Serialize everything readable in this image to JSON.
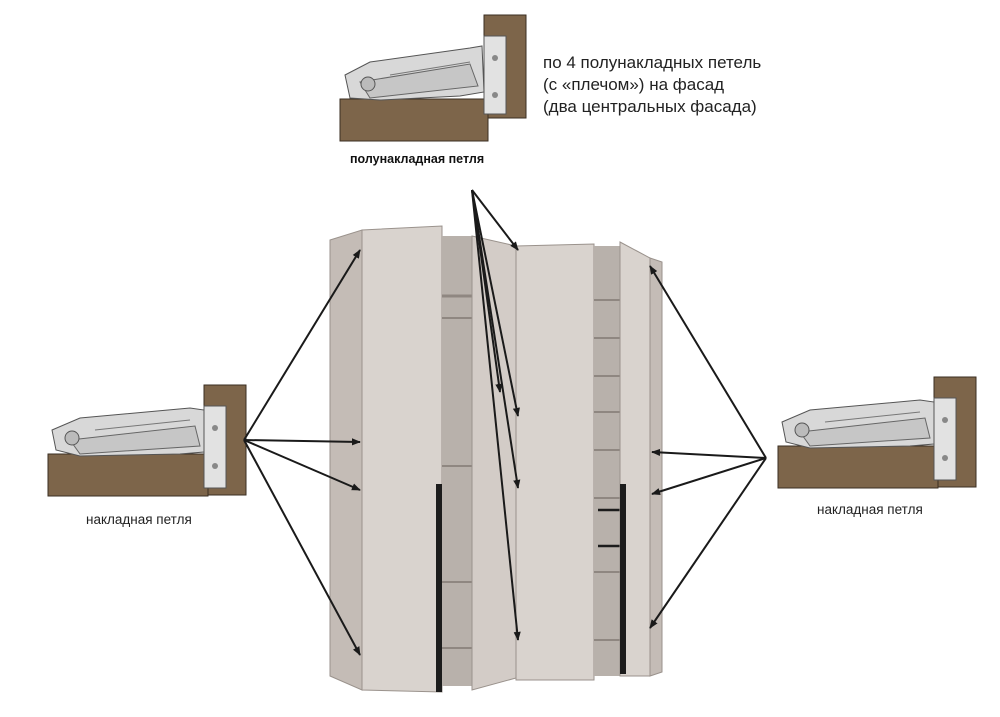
{
  "labels": {
    "description_lines": [
      "по 4 полунакладных петель",
      "(с «плечом») на фасад",
      "(два центральных фасада)"
    ],
    "half_overlay_hinge": "полунакладная петля",
    "overlay_hinge_left": "накладная петля",
    "overlay_hinge_right": "накладная петля"
  },
  "colors": {
    "wood": "#7d654a",
    "wood_dark": "#5e4a36",
    "panel": "#d9d3ce",
    "panel_shade": "#c4bcb6",
    "interior": "#b8b1ab",
    "shelf": "#a59d97",
    "metal": "#dcdcdc",
    "metal_dark": "#6a6a6a",
    "handle": "#1c1c1c",
    "arrow": "#1a1a1a"
  }
}
